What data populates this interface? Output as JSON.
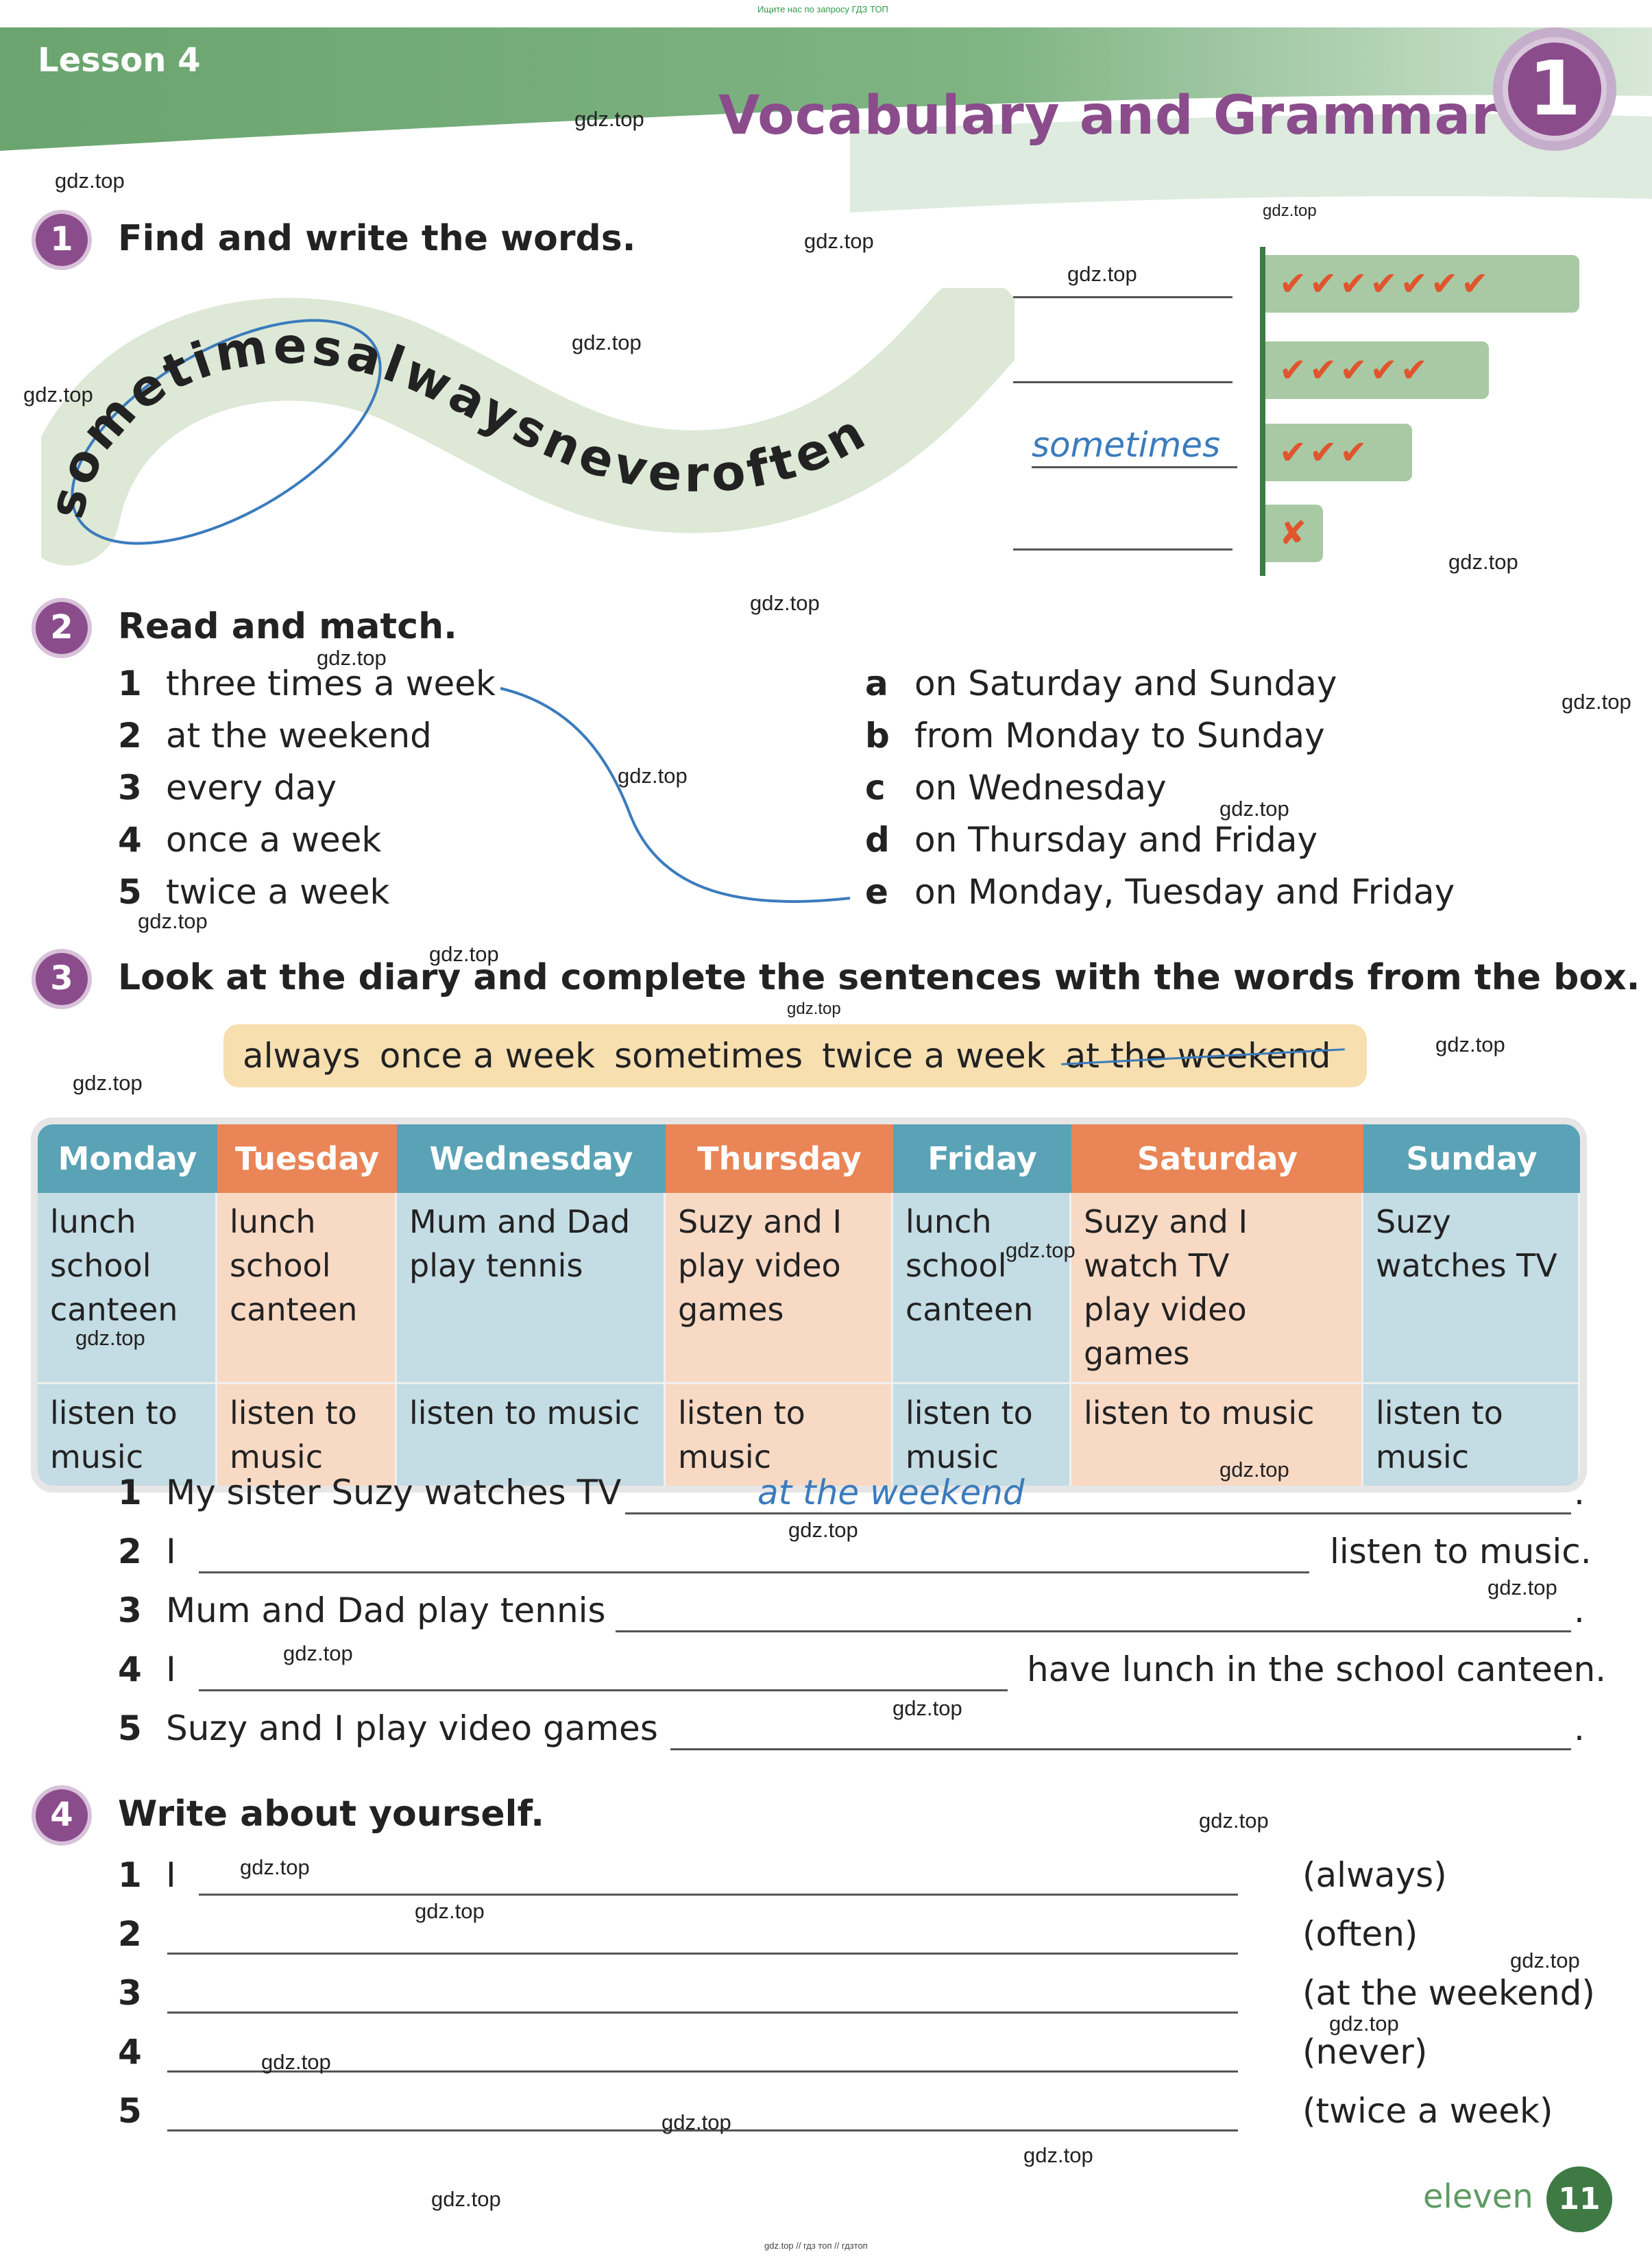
{
  "top_note": "Ищите нас по запросу ГДЗ ТОП",
  "header": {
    "lesson": "Lesson 4",
    "title": "Vocabulary and Grammar",
    "unit": "1"
  },
  "watermark": "gdz.top",
  "exercise1": {
    "number": "1",
    "title": "Find and write the words.",
    "snake_letters": "sometimesalwaysneveroften",
    "answer": "sometimes",
    "ticks": [
      "✔✔✔✔✔✔✔",
      "✔✔✔✔✔",
      "✔✔✔",
      "✘"
    ]
  },
  "exercise2": {
    "number": "2",
    "title": "Read and match.",
    "left": [
      {
        "n": "1",
        "text": "three times a week"
      },
      {
        "n": "2",
        "text": "at the weekend"
      },
      {
        "n": "3",
        "text": "every day"
      },
      {
        "n": "4",
        "text": "once a week"
      },
      {
        "n": "5",
        "text": "twice a week"
      }
    ],
    "right": [
      {
        "l": "a",
        "text": "on Saturday and Sunday"
      },
      {
        "l": "b",
        "text": "from Monday to Sunday"
      },
      {
        "l": "c",
        "text": "on Wednesday"
      },
      {
        "l": "d",
        "text": "on Thursday and Friday"
      },
      {
        "l": "e",
        "text": "on Monday, Tuesday and Friday"
      }
    ]
  },
  "exercise3": {
    "number": "3",
    "title": "Look at the diary and complete the sentences with the words from the box.",
    "box": [
      "always",
      "once a week",
      "sometimes",
      "twice a week",
      "at the weekend"
    ],
    "days": [
      "Monday",
      "Tuesday",
      "Wednesday",
      "Thursday",
      "Friday",
      "Saturday",
      "Sunday"
    ],
    "row1": [
      [
        "lunch",
        "school",
        "canteen"
      ],
      [
        "lunch",
        "school",
        "canteen"
      ],
      [
        "Mum and Dad",
        "play tennis"
      ],
      [
        "Suzy and I",
        "play video",
        "games"
      ],
      [
        "lunch",
        "school",
        "canteen"
      ],
      [
        "Suzy and I",
        "watch TV",
        "play video games"
      ],
      [
        "Suzy",
        "watches TV"
      ]
    ],
    "row2": [
      [
        "listen to",
        "music"
      ],
      [
        "listen to",
        "music"
      ],
      [
        "listen to music"
      ],
      [
        "listen to",
        "music"
      ],
      [
        "listen to",
        "music"
      ],
      [
        "listen to music"
      ],
      [
        "listen to",
        "music"
      ]
    ],
    "sentences": [
      {
        "n": "1",
        "before": "My sister Suzy watches TV",
        "after": ".",
        "answer": "at the weekend"
      },
      {
        "n": "2",
        "before": "I",
        "after": "listen to music."
      },
      {
        "n": "3",
        "before": "Mum and Dad play tennis",
        "after": "."
      },
      {
        "n": "4",
        "before": "I",
        "after": "have lunch in the school canteen."
      },
      {
        "n": "5",
        "before": "Suzy and I play video games",
        "after": "."
      }
    ]
  },
  "exercise4": {
    "number": "4",
    "title": "Write about yourself.",
    "items": [
      {
        "n": "1",
        "prefix": "I",
        "hint": "(always)"
      },
      {
        "n": "2",
        "prefix": "",
        "hint": "(often)"
      },
      {
        "n": "3",
        "prefix": "",
        "hint": "(at the weekend)"
      },
      {
        "n": "4",
        "prefix": "",
        "hint": "(never)"
      },
      {
        "n": "5",
        "prefix": "",
        "hint": "(twice a week)"
      }
    ]
  },
  "footer": {
    "page_word": "eleven",
    "page_number": "11",
    "bottom_note": "gdz.top // гдз топ // гдзтоп"
  },
  "colors": {
    "header_green": "#5e9a63",
    "title_purple": "#8b4c8c",
    "teal": "#5aa2b5",
    "orange": "#e98556",
    "answer_blue": "#3b7bbd",
    "tick_red": "#e0552d"
  }
}
